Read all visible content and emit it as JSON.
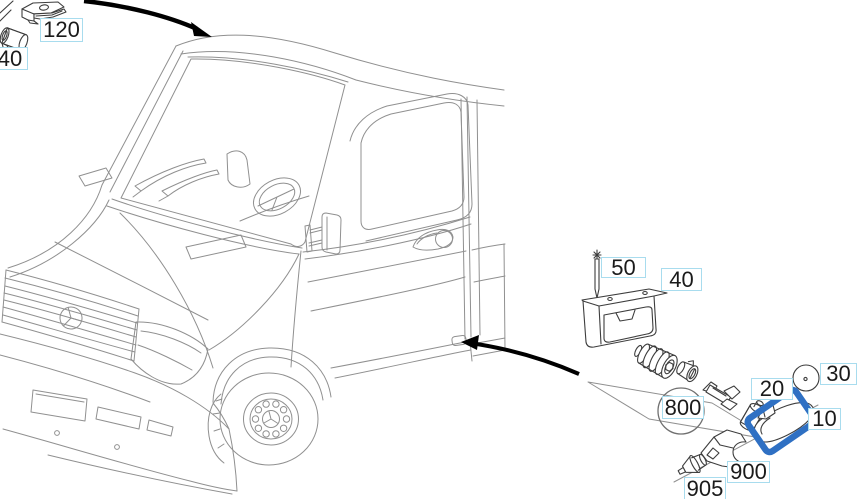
{
  "callouts": {
    "c120": "120",
    "c40_top_left": "40",
    "c50": "50",
    "c40_right": "40",
    "c800": "800",
    "c20": "20",
    "c30": "30",
    "c10": "10",
    "c900": "900",
    "c905": "905"
  },
  "highlighted_callout": "10",
  "colors": {
    "highlight_box": "#2f70c3",
    "callout_border": "#a8dcee",
    "callout_text": "#1a1a1a",
    "art_light": "#909090",
    "art_dark": "#3d3d3d",
    "arrow": "#000000"
  }
}
